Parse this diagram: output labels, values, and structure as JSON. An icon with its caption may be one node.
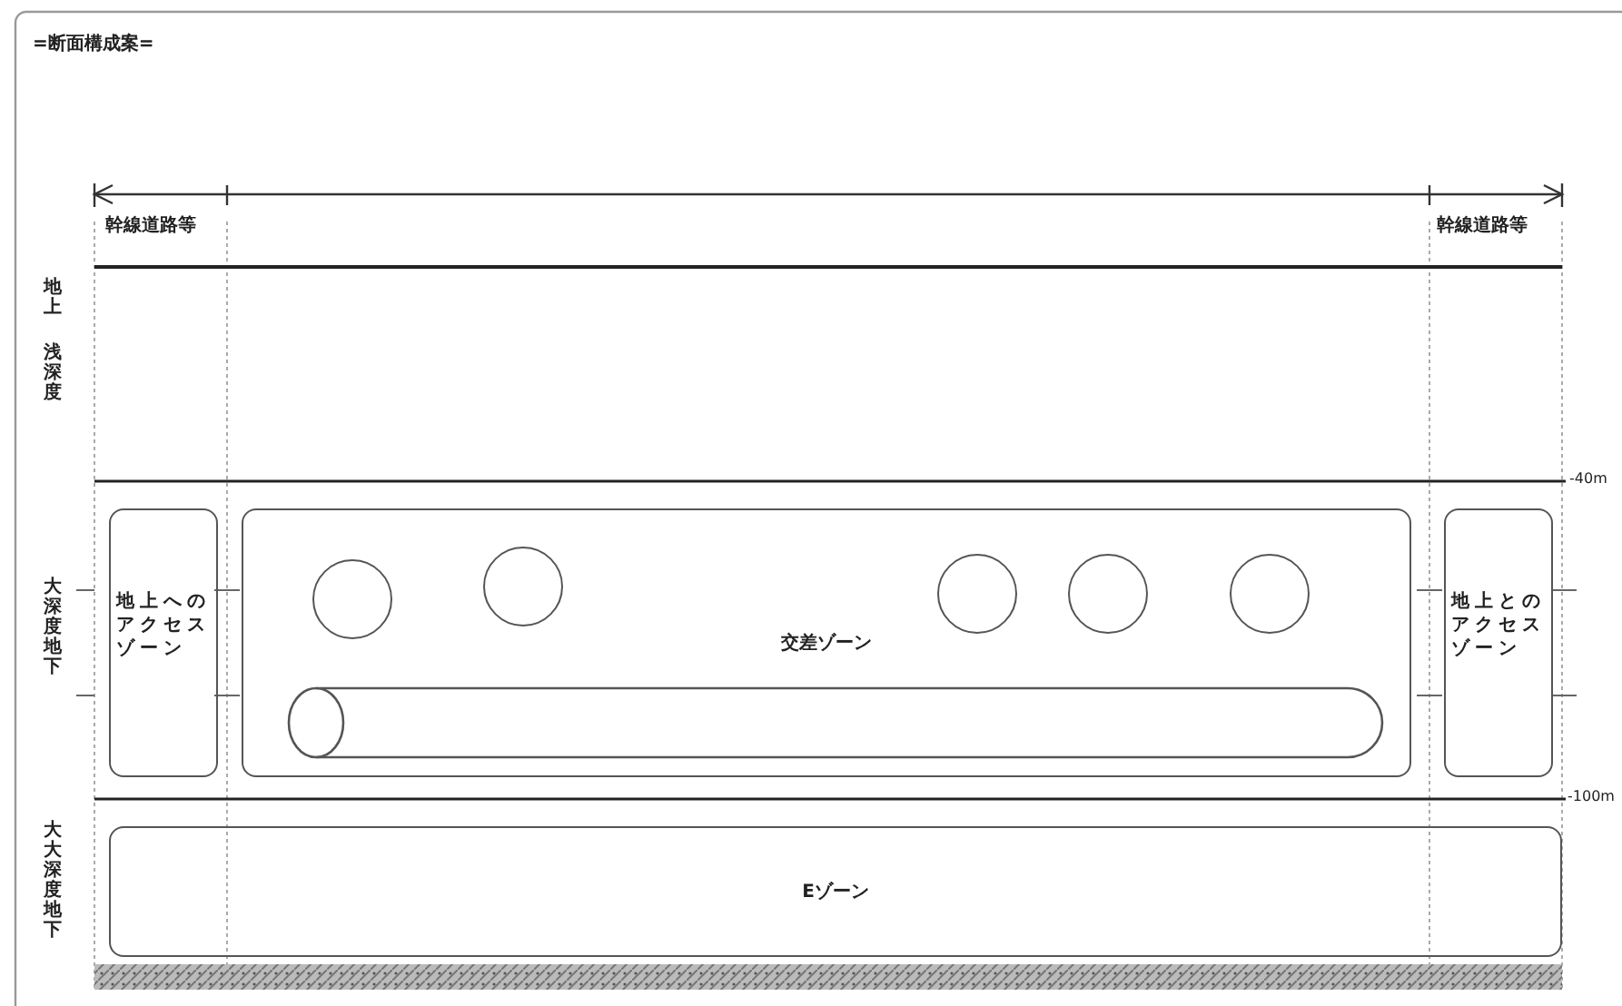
{
  "diagram": {
    "title": "=断面構成案=",
    "nodes": [
      {
        "text": [
          "地上へのアクセスゾーン"
        ]
      },
      {
        "text": [
          "交差ゾーン"
        ]
      },
      {
        "text": [],
        "shape": "circle",
        "in": 1
      },
      {
        "text": [],
        "shape": "circle",
        "in": 1
      },
      {
        "text": [],
        "shape": "circle",
        "in": 1
      },
      {
        "text": [],
        "shape": "circle",
        "in": 1
      },
      {
        "text": [],
        "shape": "circle",
        "in": 1
      },
      {
        "text": [],
        "shape": "cylinder",
        "in": 1
      },
      {
        "text": [
          "地上とのアクセスゾーン"
        ]
      },
      {
        "text": [
          "Eゾーン"
        ]
      }
    ],
    "edges": [],
    "labels": [
      "幹線道路等",
      "幹線道路等",
      "地上",
      "浅深度",
      "-40m",
      "大深度地下",
      "-100m",
      "大大深度地下"
    ]
  }
}
